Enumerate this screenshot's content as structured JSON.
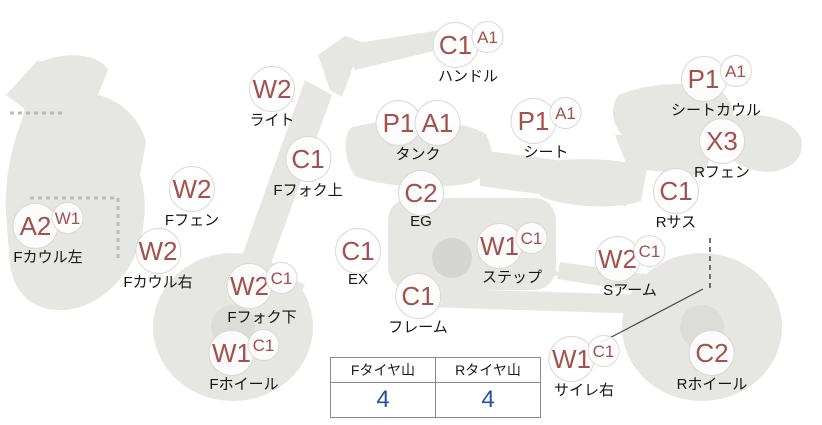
{
  "colors": {
    "grade": "#a5504a",
    "bike": "#e6e6e2",
    "value_blue": "#27509e"
  },
  "parts": [
    {
      "label": "ハンドル",
      "grade1": "C1",
      "grade2": "A1"
    },
    {
      "label": "ライト",
      "grade1": "W2"
    },
    {
      "label": "タンク",
      "grade1": "P1",
      "grade2": "A1"
    },
    {
      "label": "シート",
      "grade1": "P1",
      "grade2": "A1"
    },
    {
      "label": "シートカウル",
      "grade1": "P1",
      "grade2": "A1"
    },
    {
      "label": "Rフェン",
      "grade1": "X3"
    },
    {
      "label": "Fフォク上",
      "grade1": "C1"
    },
    {
      "label": "Fフェン",
      "grade1": "W2"
    },
    {
      "label": "EG",
      "grade1": "C2"
    },
    {
      "label": "Rサス",
      "grade1": "C1"
    },
    {
      "label": "Fカウル左",
      "grade1": "A2",
      "grade2": "W1"
    },
    {
      "label": "Fカウル右",
      "grade1": "W2"
    },
    {
      "label": "EX",
      "grade1": "C1"
    },
    {
      "label": "ステップ",
      "grade1": "W1",
      "grade2": "C1"
    },
    {
      "label": "Sアーム",
      "grade1": "W2",
      "grade2": "C1"
    },
    {
      "label": "Fフォク下",
      "grade1": "W2",
      "grade2": "C1"
    },
    {
      "label": "フレーム",
      "grade1": "C1"
    },
    {
      "label": "Fホイール",
      "grade1": "W1",
      "grade2": "C1"
    },
    {
      "label": "サイレ右",
      "grade1": "W1",
      "grade2": "C1"
    },
    {
      "label": "Rホイール",
      "grade1": "C2"
    }
  ],
  "tire_table": {
    "f_header": "Fタイヤ山",
    "r_header": "Rタイヤ山",
    "f_value": "4",
    "r_value": "4"
  }
}
